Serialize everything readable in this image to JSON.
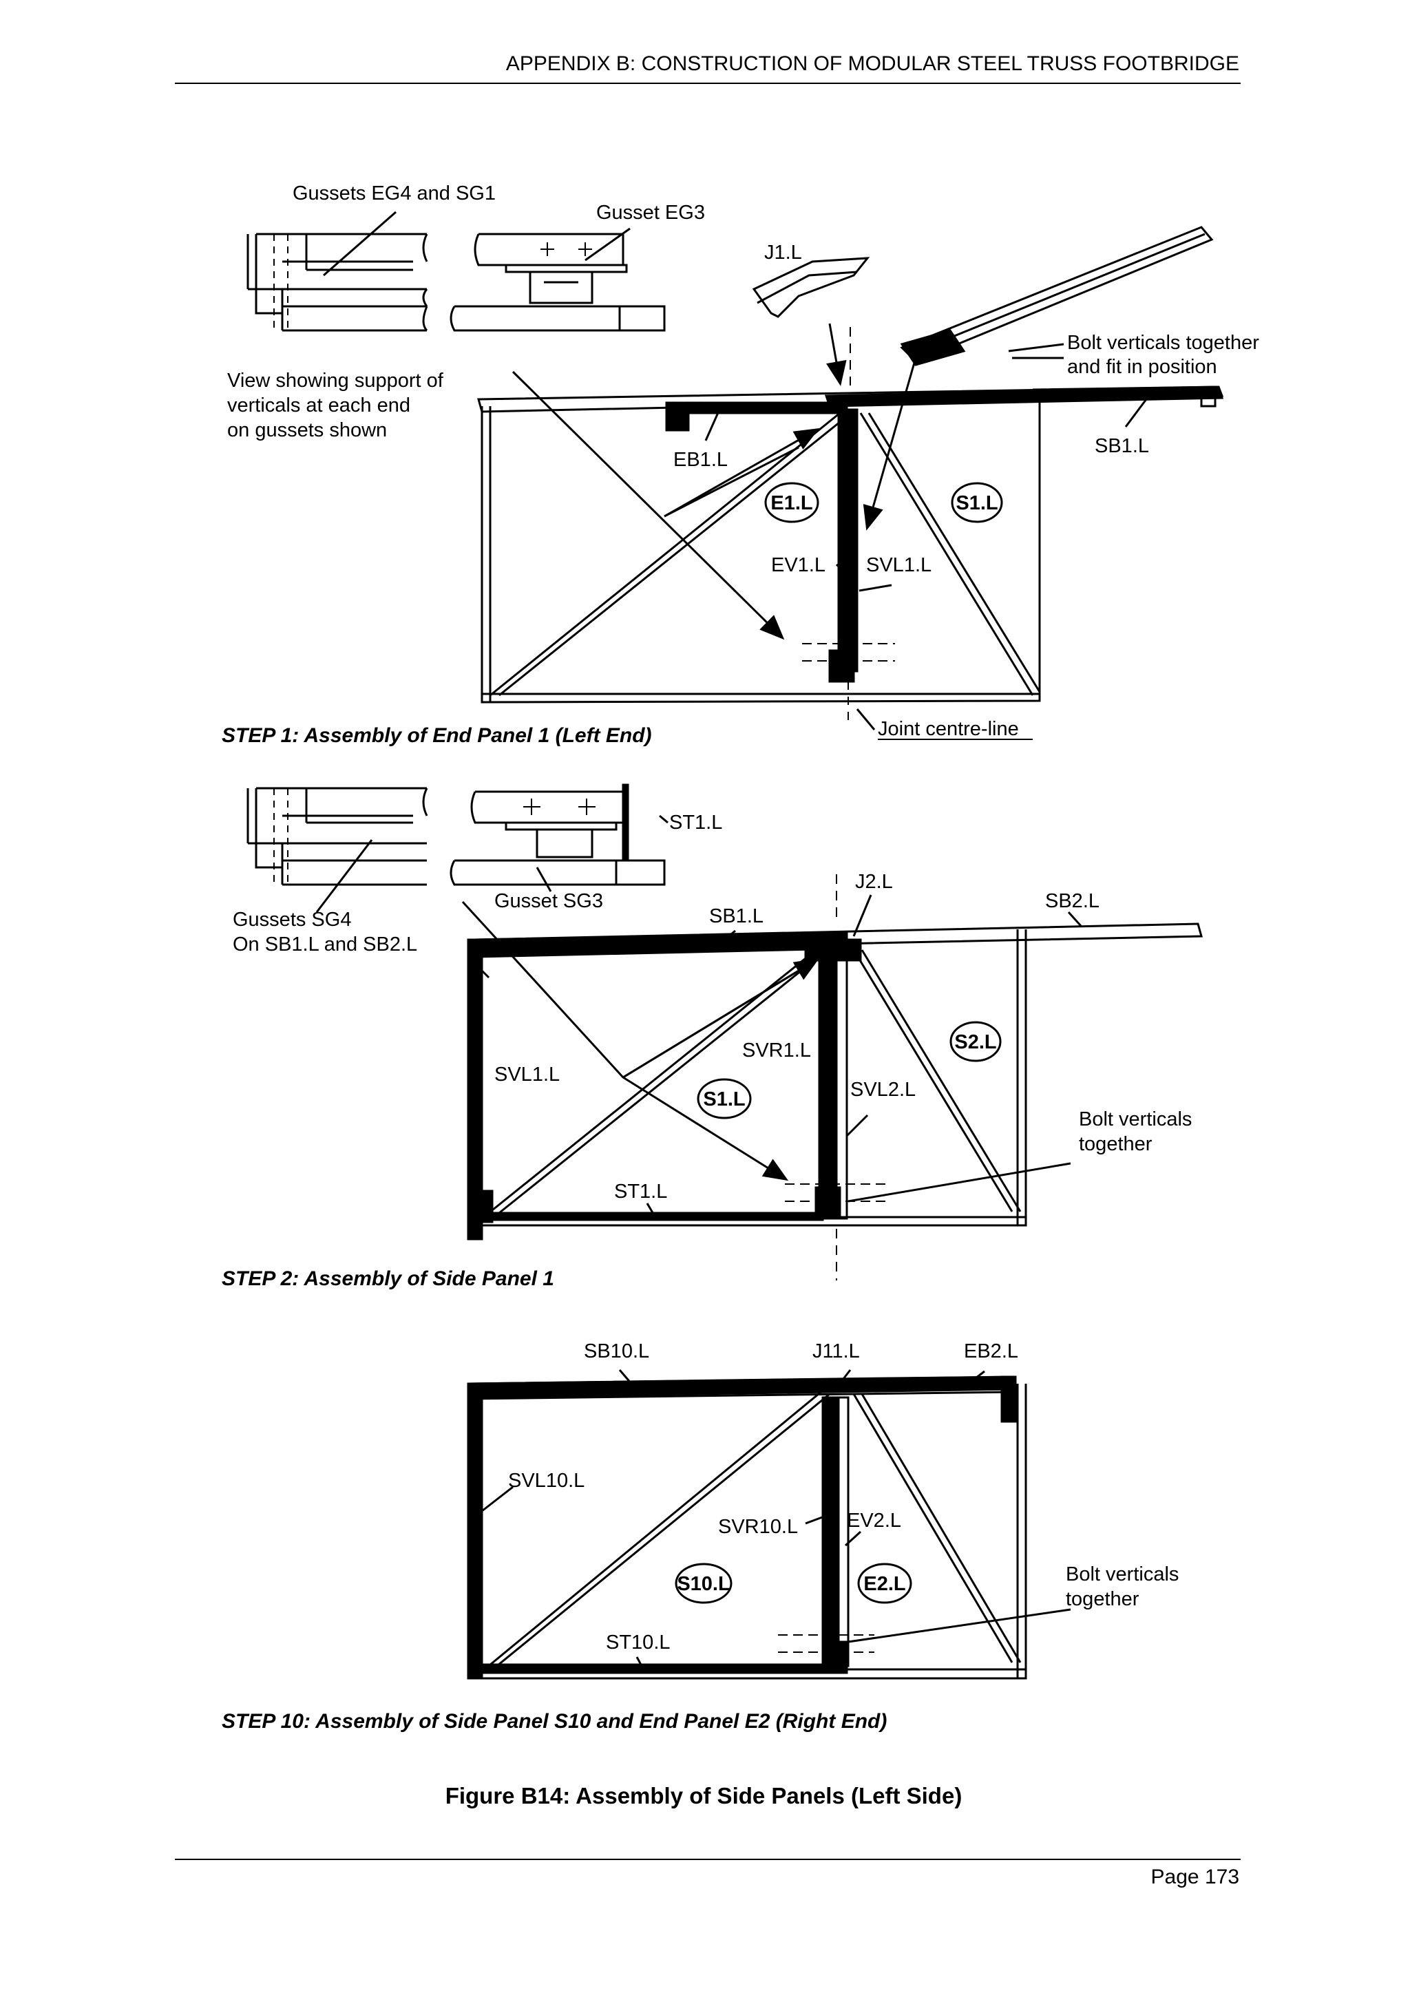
{
  "header": {
    "title": "APPENDIX B:  CONSTRUCTION OF MODULAR STEEL TRUSS FOOTBRIDGE"
  },
  "step1": {
    "caption": "STEP 1:  Assembly of End Panel 1 (Left End)",
    "gussets_eg4_sg1": "Gussets EG4 and SG1",
    "gusset_eg3": "Gusset EG3",
    "j1": "J1.L",
    "bolt_note_line1": "Bolt verticals together",
    "bolt_note_line2": "and fit in position",
    "view_note_line1": "View showing support of",
    "view_note_line2": "verticals at each end",
    "view_note_line3": "on gussets shown",
    "sb1": "SB1.L",
    "eb1": "EB1.L",
    "e1": "E1.L",
    "s1": "S1.L",
    "ev1": "EV1.L",
    "svl1": "SVL1.L",
    "joint": "Joint centre-line"
  },
  "step2": {
    "caption": "STEP 2:  Assembly of Side Panel 1",
    "st1_top": "ST1.L",
    "j2": "J2.L",
    "gussets_sg4_line1": "Gussets SG4",
    "gussets_sg4_line2": "On SB1.L and SB2.L",
    "gusset_sg3": "Gusset SG3",
    "sb1": "SB1.L",
    "sb2": "SB2.L",
    "svl1": "SVL1.L",
    "svr1": "SVR1.L",
    "s2": "S2.L",
    "s1": "S1.L",
    "svl2": "SVL2.L",
    "bolt_line1": "Bolt verticals",
    "bolt_line2": "together",
    "st1": "ST1.L"
  },
  "step10": {
    "caption": "STEP 10:   Assembly of Side Panel S10 and End Panel E2 (Right End)",
    "sb10": "SB10.L",
    "j11": "J11.L",
    "eb2": "EB2.L",
    "svl10": "SVL10.L",
    "svr10": "SVR10.L",
    "ev2": "EV2.L",
    "s10": "S10.L",
    "e2": "E2.L",
    "bolt_line1": "Bolt verticals",
    "bolt_line2": "together",
    "st10": "ST10.L"
  },
  "figure_caption": "Figure B14:   Assembly of Side Panels (Left Side)",
  "footer": {
    "page": "Page 173"
  }
}
